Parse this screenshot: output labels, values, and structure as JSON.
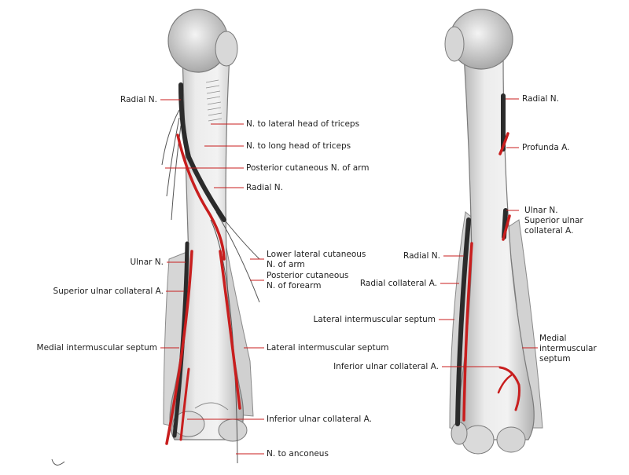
{
  "colors": {
    "artery": "#c81e1e",
    "nerve": "#2b2b2b",
    "bone": "#e4e4e4",
    "bone_shadow": "#9a9a9a",
    "leader": "#c81e1e"
  },
  "left_view": {
    "labels": {
      "radial_n_top": "Radial N.",
      "n_lateral_head_triceps": "N. to lateral head of triceps",
      "n_long_head_triceps": "N. to long head of triceps",
      "post_cut_n_arm": "Posterior cutaneous N. of arm",
      "radial_n_mid": "Radial N.",
      "lower_lat_cut_n_arm_1": "Lower lateral cutaneous",
      "lower_lat_cut_n_arm_2": "N. of arm",
      "post_cut_n_forearm_1": "Posterior cutaneous",
      "post_cut_n_forearm_2": "N. of forearm",
      "ulnar_n": "Ulnar N.",
      "sup_ulnar_coll_a": "Superior ulnar collateral A.",
      "medial_im_septum": "Medial intermuscular septum",
      "lateral_im_septum": "Lateral intermuscular septum",
      "inf_ulnar_coll_a": "Inferior ulnar collateral A.",
      "n_anconeus": "N. to anconeus"
    }
  },
  "right_view": {
    "labels": {
      "radial_n_top": "Radial N.",
      "profunda_a": "Profunda A.",
      "ulnar_n": "Ulnar N.",
      "sup_ulnar_coll_1": "Superior ulnar",
      "sup_ulnar_coll_2": "collateral A.",
      "radial_n": "Radial N.",
      "radial_coll_a": "Radial collateral A.",
      "lateral_im_septum": "Lateral intermuscular septum",
      "medial_im_septum_1": "Medial",
      "medial_im_septum_2": "intermuscular",
      "medial_im_septum_3": "septum",
      "inf_ulnar_coll_a": "Inferior ulnar collateral A."
    }
  }
}
